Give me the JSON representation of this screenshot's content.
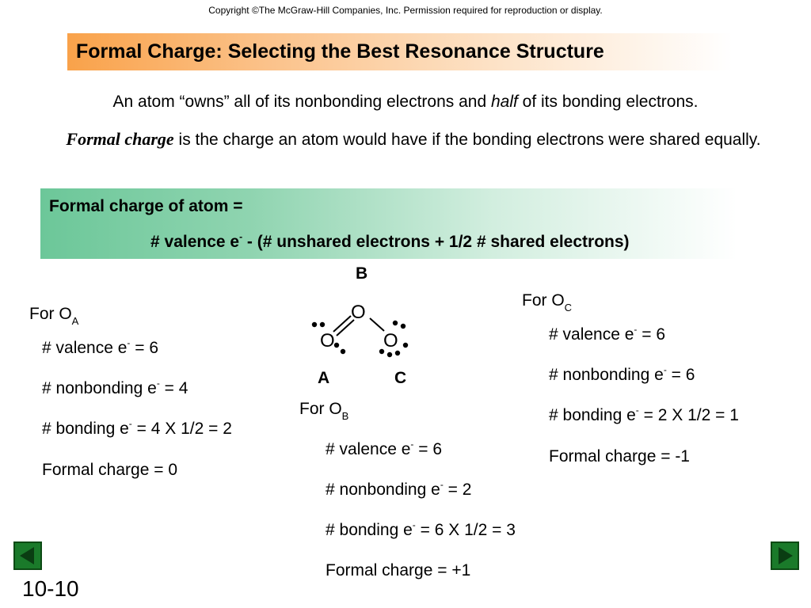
{
  "copyright": "Copyright ©The McGraw-Hill Companies, Inc.  Permission required for reproduction or display.",
  "title": "Formal Charge:  Selecting the Best Resonance Structure",
  "intro": {
    "before": "An atom “owns” all of its nonbonding electrons and ",
    "emphasis": "half",
    "after": " of its bonding electrons."
  },
  "definition": {
    "term": "Formal charge",
    "rest": " is the charge an atom would have if the bonding electrons were shared equally."
  },
  "formula": {
    "label": "Formal charge of atom =",
    "expr_start": "# valence e",
    "expr_sup": "-",
    "expr_rest": " - (# unshared electrons + 1/2 # shared electrons)"
  },
  "molecule": {
    "atom_symbol": "O",
    "label_a": "A",
    "label_b": "B",
    "label_c": "C"
  },
  "oA": {
    "heading": "For O",
    "sub": "A",
    "valence": "# valence e",
    "valence_val": " = 6",
    "nonbonding": "# nonbonding e",
    "nonbonding_val": " = 4",
    "bonding": "# bonding e",
    "bonding_val": " = 4 X 1/2 = 2",
    "formal": "Formal charge = 0"
  },
  "oB": {
    "heading": "For O",
    "sub": "B",
    "valence": "# valence e",
    "valence_val": " = 6",
    "nonbonding": "# nonbonding e",
    "nonbonding_val": " = 2",
    "bonding": "# bonding e",
    "bonding_val": " = 6 X 1/2 = 3",
    "formal": "Formal charge = +1"
  },
  "oC": {
    "heading": "For O",
    "sub": "C",
    "valence": "# valence e",
    "valence_val": " = 6",
    "nonbonding": "# nonbonding e",
    "nonbonding_val": " = 6",
    "bonding": "# bonding e",
    "bonding_val": " = 2 X 1/2 = 1",
    "formal": "Formal charge = -1"
  },
  "superscript_minus": "-",
  "nav": {
    "prev_icon": "triangle-left-icon",
    "next_icon": "triangle-right-icon"
  },
  "colors": {
    "title_accent": "#f9a24a",
    "formula_accent": "#6cc799",
    "nav_button": "#1a7a2a"
  },
  "page_number": "10-10"
}
